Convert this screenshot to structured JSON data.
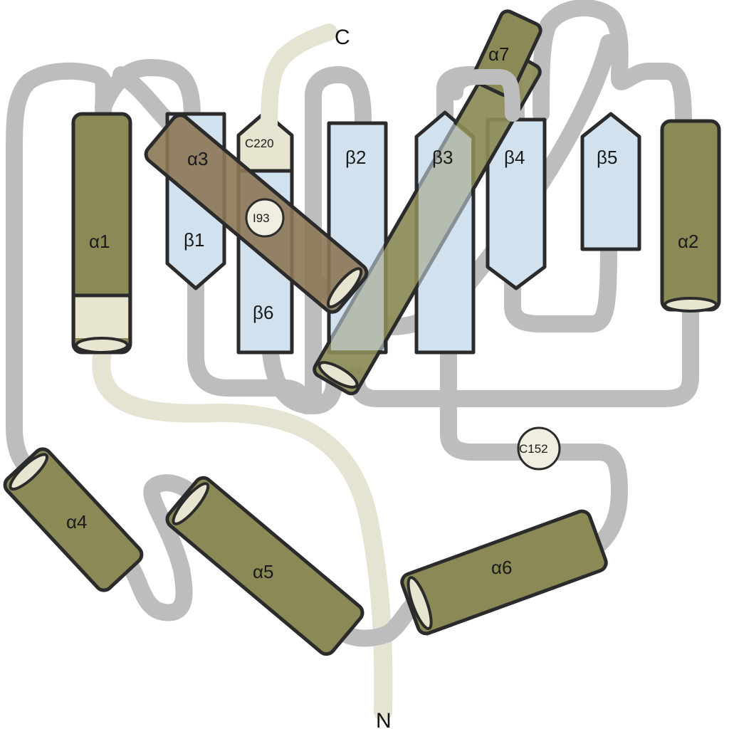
{
  "figure": {
    "terminals": {
      "n": "N",
      "c": "C"
    },
    "helices": [
      {
        "id": "a1",
        "label": "α1"
      },
      {
        "id": "a2",
        "label": "α2"
      },
      {
        "id": "a3",
        "label": "α3"
      },
      {
        "id": "a4",
        "label": "α4"
      },
      {
        "id": "a5",
        "label": "α5"
      },
      {
        "id": "a6",
        "label": "α6"
      },
      {
        "id": "a7",
        "label": "α7"
      }
    ],
    "strands": [
      {
        "id": "b1",
        "label": "β1"
      },
      {
        "id": "b2",
        "label": "β2"
      },
      {
        "id": "b3",
        "label": "β3"
      },
      {
        "id": "b4",
        "label": "β4"
      },
      {
        "id": "b5",
        "label": "β5"
      },
      {
        "id": "b6",
        "label": "β6"
      }
    ],
    "residues": [
      {
        "id": "c220",
        "label": "C220"
      },
      {
        "id": "i93",
        "label": "I93"
      },
      {
        "id": "c152",
        "label": "C152"
      }
    ],
    "colors": {
      "helix": "#8b8a57",
      "helix_cap": "#e7e5cf",
      "strand": "#d2e1ee",
      "loop": "#bdbdbd",
      "terminal_tail": "#e5e4d2",
      "outline": "#2b2b2b"
    }
  }
}
